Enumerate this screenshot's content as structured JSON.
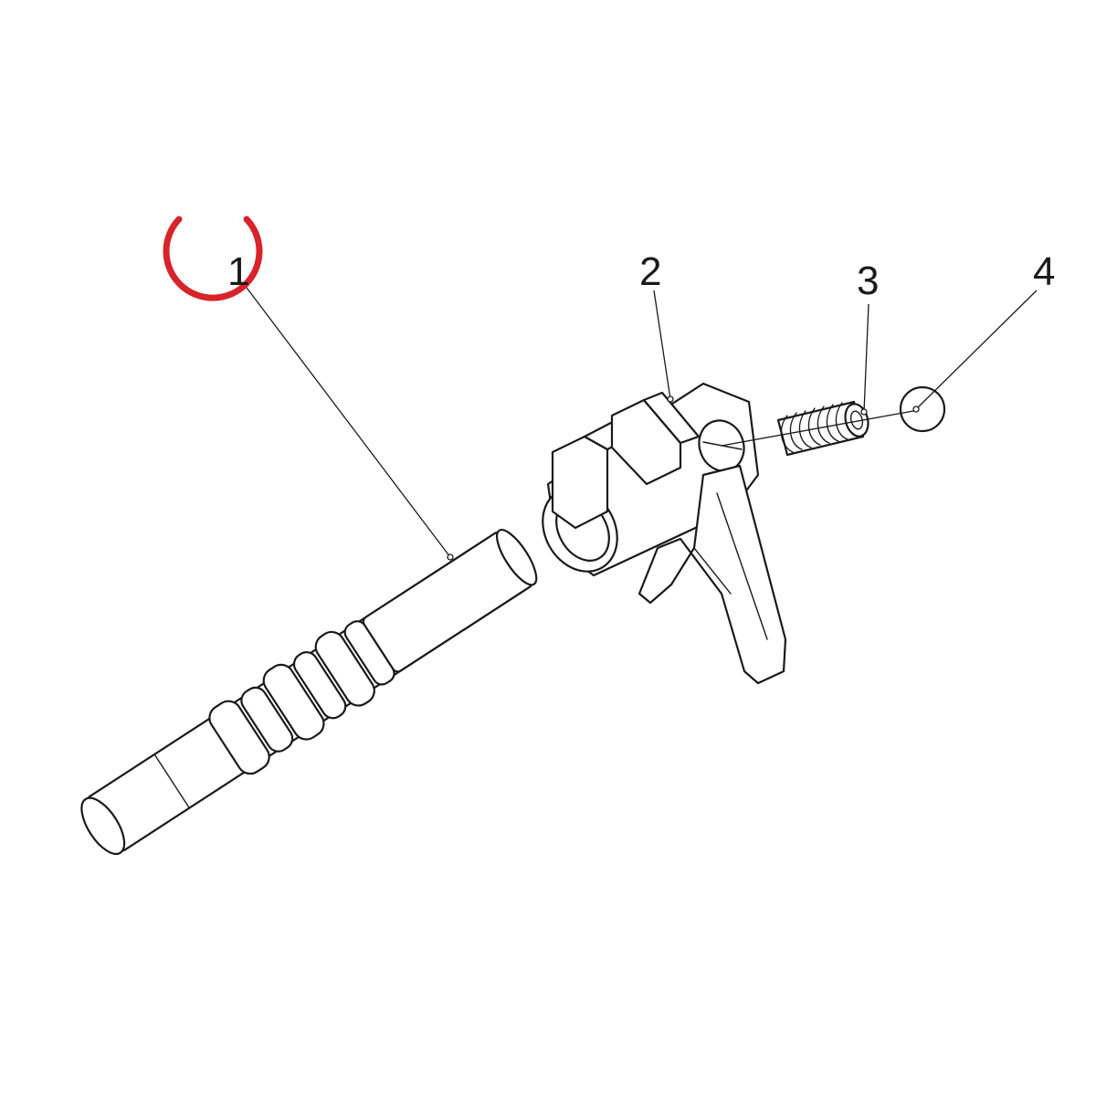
{
  "callouts": [
    {
      "number": "1",
      "highlighted": true
    },
    {
      "number": "2",
      "highlighted": false
    },
    {
      "number": "3",
      "highlighted": false
    },
    {
      "number": "4",
      "highlighted": false
    }
  ],
  "colors": {
    "line": "#1a1a1a",
    "highlight": "#d8232a",
    "background": "#ffffff"
  }
}
